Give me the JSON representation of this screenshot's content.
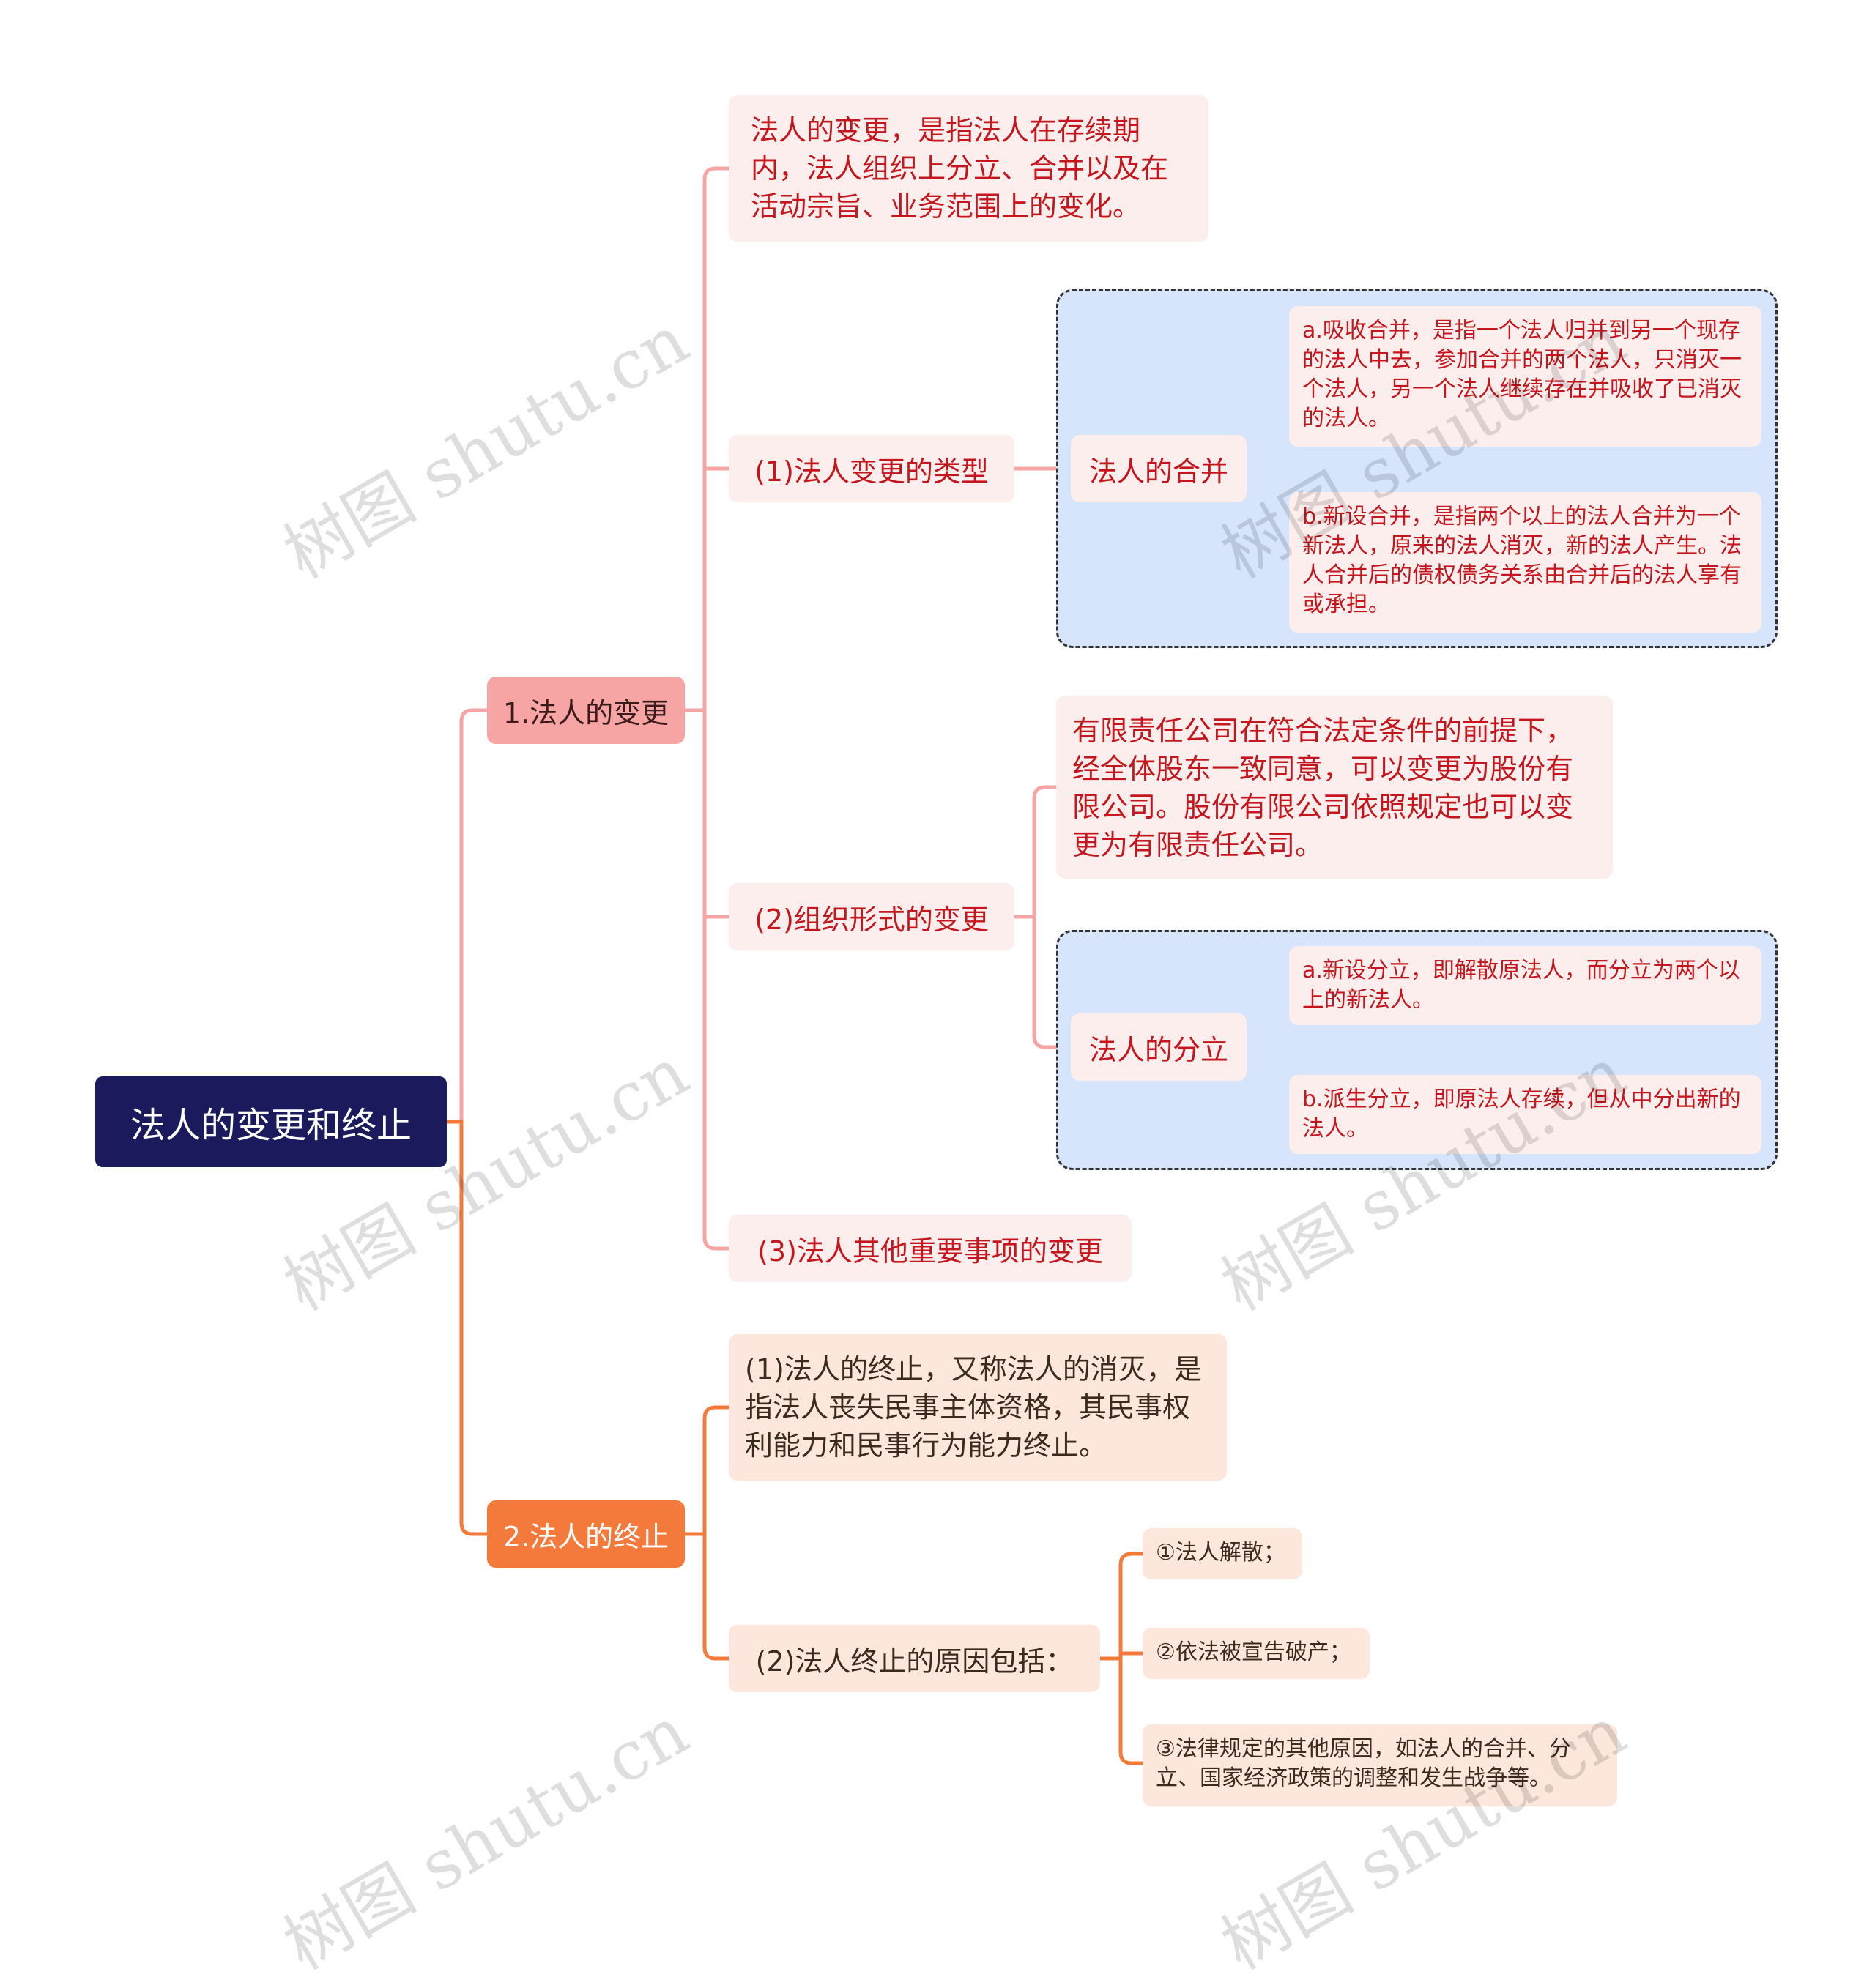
{
  "root": {
    "label": "法人的变更和终止"
  },
  "change": {
    "label": "1.法人的变更",
    "definition": "法人的变更，是指法人在存续期内，法人组织上分立、合并以及在活动宗旨、业务范围上的变化。",
    "types": {
      "label": "(1)法人变更的类型",
      "merge": {
        "label": "法人的合并",
        "a": "a.吸收合并，是指一个法人归并到另一个现存的法人中去，参加合并的两个法人，只消灭一个法人，另一个法人继续存在并吸收了已消灭的法人。",
        "b": "b.新设合并，是指两个以上的法人合并为一个新法人，原来的法人消灭，新的法人产生。法人合并后的债权债务关系由合并后的法人享有或承担。"
      }
    },
    "form": {
      "label": "(2)组织形式的变更",
      "text": "有限责任公司在符合法定条件的前提下，经全体股东一致同意，可以变更为股份有限公司。股份有限公司依照规定也可以变更为有限责任公司。",
      "split": {
        "label": "法人的分立",
        "a": "a.新设分立，即解散原法人，而分立为两个以上的新法人。",
        "b": "b.派生分立，即原法人存续，但从中分出新的法人。"
      }
    },
    "other": {
      "label": "(3)法人其他重要事项的变更"
    }
  },
  "termination": {
    "label": "2.法人的终止",
    "definition": "(1)法人的终止，又称法人的消灭，是指法人丧失民事主体资格，其民事权利能力和民事行为能力终止。",
    "reasons": {
      "label": "(2)法人终止的原因包括：",
      "items": [
        "①法人解散；",
        "②依法被宣告破产；",
        "③法律规定的其他原因，如法人的合并、分立、国家经济政策的调整和发生战争等。"
      ]
    }
  },
  "watermark": "树图 shutu.cn",
  "colors": {
    "root": "#1a1a5c",
    "change_branch": "#f7a4a4",
    "termination_branch": "#f47a3c",
    "red_text": "#c4161c",
    "merge_box": "#d6e4fc"
  }
}
